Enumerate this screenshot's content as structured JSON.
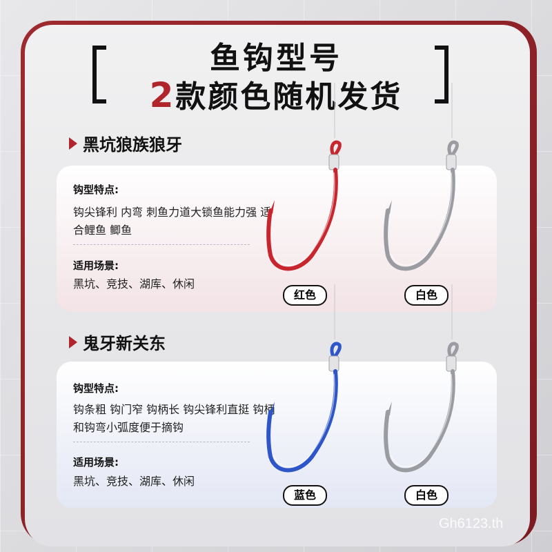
{
  "title": {
    "line1": "鱼钩型号",
    "line2_num": "2",
    "line2_rest": "款颜色随机发货"
  },
  "sections": [
    {
      "name": "黑坑狼族狼牙",
      "features_label": "钩型特点:",
      "features_text": "钩尖锋利 内弯 刺鱼力道大锁鱼能力强 适合鲤鱼 鲫鱼",
      "scenes_label": "适用场景:",
      "scenes_text": "黑坑、竞技、湖库、休闲",
      "colors": [
        "红色",
        "白色"
      ]
    },
    {
      "name": "鬼牙新关东",
      "features_label": "钩型特点:",
      "features_text": "钩条粗 钩门窄 钩柄长 钩尖锋利直挺 钩柄和钩弯小弧度便于摘钩",
      "scenes_label": "适用场景:",
      "scenes_text": "黑坑、竞技、湖库、休闲",
      "colors": [
        "蓝色",
        "白色"
      ]
    }
  ],
  "hook_colors": {
    "red": "#c8262f",
    "blue": "#2e56c9",
    "silver": "#9a9ca2"
  },
  "watermark": "Gh6123.th"
}
